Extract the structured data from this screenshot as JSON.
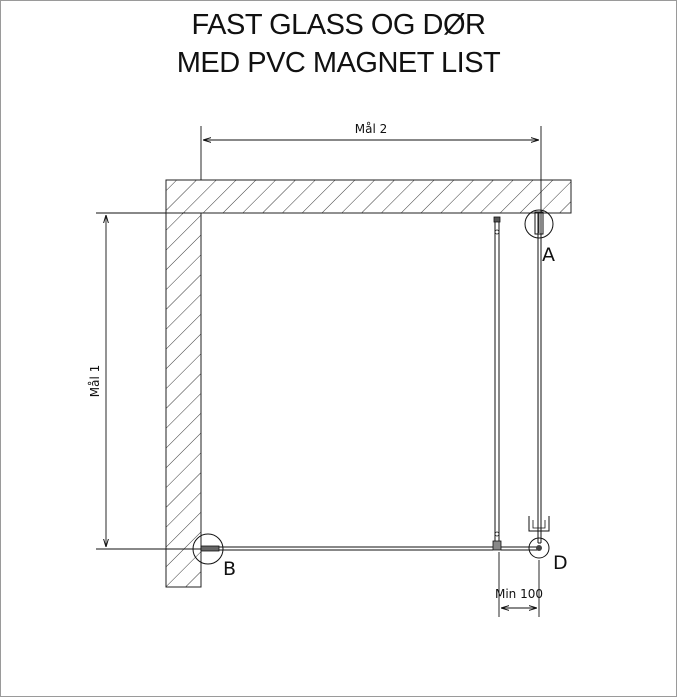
{
  "title": {
    "line1": "FAST GLASS OG DØR",
    "line2": "MED PVC MAGNET LIST"
  },
  "dimensions": {
    "width": "Mål 2",
    "height": "Mål 1",
    "min_gap": "Min 100"
  },
  "detail_labels": {
    "a": "A",
    "b": "B",
    "d": "D"
  }
}
